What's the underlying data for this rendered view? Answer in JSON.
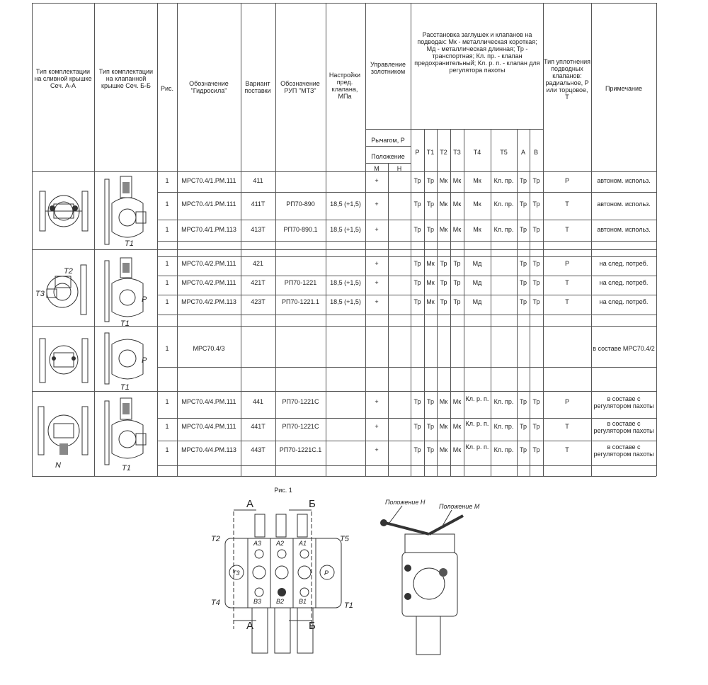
{
  "headers": {
    "col_a": "Тип комплектации на сливной крышке Сеч. А-А",
    "col_b": "Тип комплектации на клапанной крышке Сеч. Б-Б",
    "ris": "Рис.",
    "gidrosila": "Обозначение \"Гидросила\"",
    "variant": "Вариант поставки",
    "rup": "Обозначение РУП \"МТЗ\"",
    "settings": "Настройки пред. клапана, МПа",
    "control": "Управление золотником",
    "placement": "Расстановка заглушек и клапанов на подводах: Мк - металлическая короткая; Мд - металлическая длинная; Тр - транспортная; Кл. пр. - клапан предохранительный; Кл. р. п. - клапан для регулятора пахоты",
    "seal": "Тип уплотнения подводных клапанов: радиальное, Р или торцовое, Т",
    "note": "Примечание",
    "lever": "Рычагом, Р",
    "position": "Положение",
    "pos_m": "М",
    "pos_n": "Н",
    "ports": [
      "Р",
      "Т1",
      "Т2",
      "Т3",
      "Т4",
      "Т5",
      "А",
      "В"
    ]
  },
  "rows": [
    {
      "ris": "1",
      "code": "МРС70.4/1.РМ.111",
      "variant": "411",
      "rup": "",
      "set": "",
      "ctrl": "+",
      "p": "Тр",
      "t1": "Тр",
      "t2": "Мк",
      "t3": "Мк",
      "t4": "Мк",
      "t5": "Кл. пр.",
      "a": "Тр",
      "b": "Тр",
      "seal": "Р",
      "note": "автоном. использ."
    },
    {
      "ris": "1",
      "code": "МРС70.4/1.РМ.111",
      "variant": "411Т",
      "rup": "РП70-890",
      "set": "18,5 (+1,5)",
      "ctrl": "+",
      "p": "Тр",
      "t1": "Тр",
      "t2": "Мк",
      "t3": "Мк",
      "t4": "Мк",
      "t5": "Кл. пр.",
      "a": "Тр",
      "b": "Тр",
      "seal": "Т",
      "note": "автоном. использ."
    },
    {
      "ris": "1",
      "code": "МРС70.4/1.РМ.113",
      "variant": "413Т",
      "rup": "РП70-890.1",
      "set": "18,5 (+1,5)",
      "ctrl": "+",
      "p": "Тр",
      "t1": "Тр",
      "t2": "Мк",
      "t3": "Мк",
      "t4": "Мк",
      "t5": "Кл. пр.",
      "a": "Тр",
      "b": "Тр",
      "seal": "Т",
      "note": "автоном. использ."
    },
    {
      "ris": "1",
      "code": "МРС70.4/2.РМ.111",
      "variant": "421",
      "rup": "",
      "set": "",
      "ctrl": "+",
      "p": "Тр",
      "t1": "Мк",
      "t2": "Тр",
      "t3": "Тр",
      "t4": "Мд",
      "t5": "",
      "a": "Тр",
      "b": "Тр",
      "seal": "Р",
      "note": "на след. потреб."
    },
    {
      "ris": "1",
      "code": "МРС70.4/2.РМ.111",
      "variant": "421Т",
      "rup": "РП70-1221",
      "set": "18,5 (+1,5)",
      "ctrl": "+",
      "p": "Тр",
      "t1": "Мк",
      "t2": "Тр",
      "t3": "Тр",
      "t4": "Мд",
      "t5": "",
      "a": "Тр",
      "b": "Тр",
      "seal": "Т",
      "note": "на след. потреб."
    },
    {
      "ris": "1",
      "code": "МРС70.4/2.РМ.113",
      "variant": "423Т",
      "rup": "РП70-1221.1",
      "set": "18,5 (+1,5)",
      "ctrl": "+",
      "p": "Тр",
      "t1": "Мк",
      "t2": "Тр",
      "t3": "Тр",
      "t4": "Мд",
      "t5": "",
      "a": "Тр",
      "b": "Тр",
      "seal": "Т",
      "note": "на след. потреб."
    },
    {
      "ris": "1",
      "code": "МРС70.4/3",
      "variant": "",
      "rup": "",
      "set": "",
      "ctrl": "",
      "p": "",
      "t1": "",
      "t2": "",
      "t3": "",
      "t4": "",
      "t5": "",
      "a": "",
      "b": "",
      "seal": "",
      "note": "в составе МРС70.4/2"
    },
    {
      "ris": "1",
      "code": "МРС70.4/4.РМ.111",
      "variant": "441",
      "rup": "РП70-1221С",
      "set": "",
      "ctrl": "+",
      "p": "Тр",
      "t1": "Тр",
      "t2": "Мк",
      "t3": "Мк",
      "t4": "Кл. р. п.",
      "t5": "Кл. пр.",
      "a": "Тр",
      "b": "Тр",
      "seal": "Р",
      "note": "в составе с регулятором пахоты"
    },
    {
      "ris": "1",
      "code": "МРС70.4/4.РМ.111",
      "variant": "441Т",
      "rup": "РП70-1221С",
      "set": "",
      "ctrl": "+",
      "p": "Тр",
      "t1": "Тр",
      "t2": "Мк",
      "t3": "Мк",
      "t4": "Кл. р. п.",
      "t5": "Кл. пр.",
      "a": "Тр",
      "b": "Тр",
      "seal": "Т",
      "note": "в составе с регулятором пахоты"
    },
    {
      "ris": "1",
      "code": "МРС70.4/4.РМ.113",
      "variant": "443Т",
      "rup": "РП70-1221С.1",
      "set": "",
      "ctrl": "+",
      "p": "Тр",
      "t1": "Тр",
      "t2": "Мк",
      "t3": "Мк",
      "t4": "Кл. р. п.",
      "t5": "Кл. пр.",
      "a": "Тр",
      "b": "Тр",
      "seal": "Т",
      "note": "в составе с регулятором пахоты"
    }
  ],
  "sketch_labels": {
    "t1": "T1",
    "t2": "T2",
    "t3": "T3",
    "p": "P",
    "n": "N"
  },
  "figure": {
    "caption": "Рис. 1",
    "sec_a": "А",
    "sec_b": "Б",
    "ports_top": [
      "А3",
      "А2",
      "А1"
    ],
    "ports_bottom": [
      "В3",
      "В2",
      "В1"
    ],
    "ports_side": [
      "T2",
      "T5",
      "T3",
      "P",
      "T4",
      "T1"
    ],
    "pos_h": "Положение Н",
    "pos_m": "Положение М"
  }
}
